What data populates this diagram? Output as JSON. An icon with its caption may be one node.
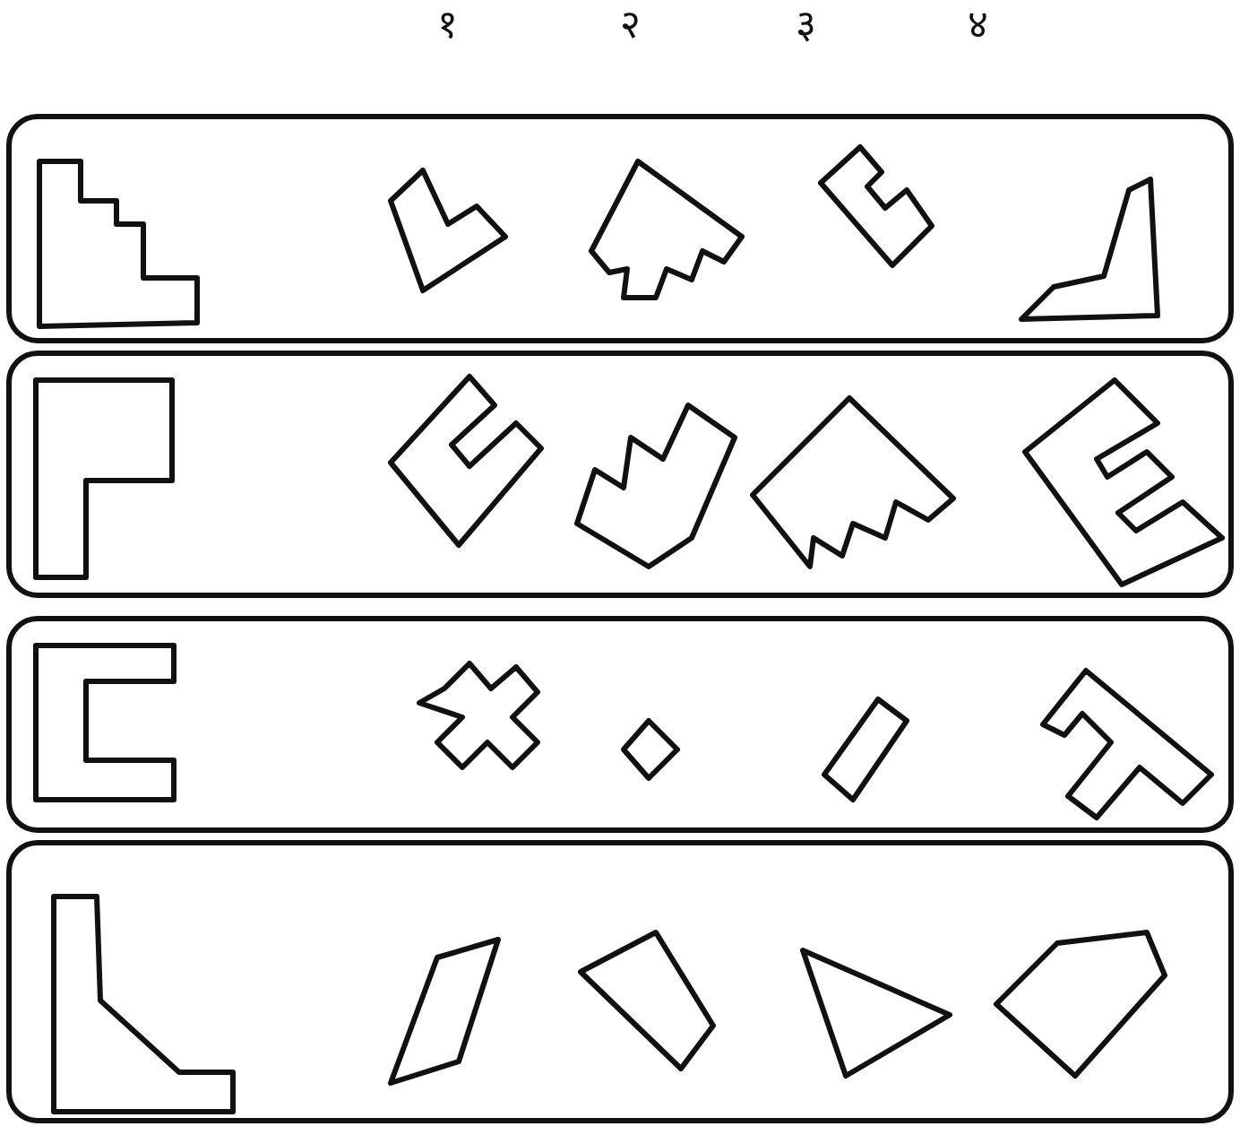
{
  "diagram": {
    "labels": [
      "१",
      "२",
      "३",
      "४"
    ]
  }
}
